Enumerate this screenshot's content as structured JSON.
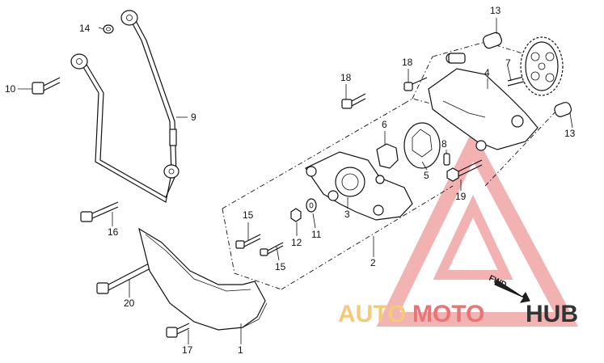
{
  "diagram": {
    "callouts": {
      "c1": "1",
      "c2": "2",
      "c3": "3",
      "c4": "4",
      "c5": "5",
      "c6": "6",
      "c7": "7",
      "c8": "8",
      "c9": "9",
      "c10": "10",
      "c11": "11",
      "c12": "12",
      "c13a": "13",
      "c13b": "13",
      "c14": "14",
      "c15a": "15",
      "c15b": "15",
      "c16": "16",
      "c17": "17",
      "c18": "18",
      "c19": "19",
      "c20": "20"
    },
    "direction_label": "FWD"
  },
  "watermark": {
    "part1": "AUTO",
    "part2": "MOTO",
    "part3": "HUB",
    "colors": {
      "auto": "#f5c97a",
      "moto": "#e87575",
      "hub": "#333333",
      "triangle": "#e87575"
    }
  }
}
